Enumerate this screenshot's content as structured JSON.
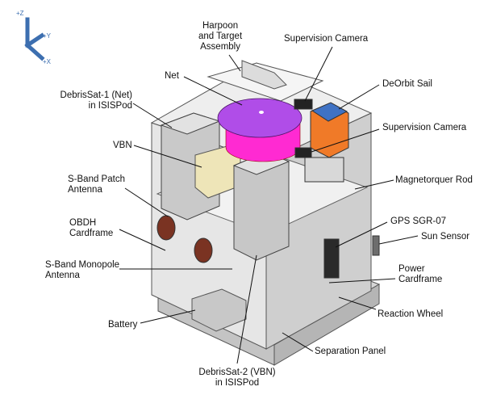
{
  "axes": {
    "z": "+Z",
    "y": "+Y",
    "x": "+X",
    "color": "#3d6fb0"
  },
  "colors": {
    "net": "#b04de8",
    "net_canister": "#ff2ad2",
    "sail": "#3f72c4",
    "camera_bracket": "#f07a28",
    "vbn": "#eee5b8",
    "line": "#111111"
  },
  "labels": {
    "harpoon": [
      "Harpoon",
      "and Target",
      "Assembly"
    ],
    "supervision_camera_top": "Supervision Camera",
    "net": "Net",
    "deorbit_sail": "DeOrbit Sail",
    "debrissat1": [
      "DebrisSat-1 (Net)",
      "in ISISPod"
    ],
    "supervision_camera_mid": "Supervision Camera",
    "vbn": "VBN",
    "magnetorquer": "Magnetorquer Rod",
    "sband_patch": [
      "S-Band Patch",
      "Antenna"
    ],
    "gps": "GPS SGR-07",
    "obdh": [
      "OBDH",
      "Cardframe"
    ],
    "sun_sensor": "Sun Sensor",
    "sband_monopole": [
      "S-Band Monopole",
      "Antenna"
    ],
    "power": [
      "Power",
      "Cardframe"
    ],
    "reaction_wheel": "Reaction Wheel",
    "battery": "Battery",
    "separation_panel": "Separation Panel",
    "debrissat2": [
      "DebrisSat-2 (VBN)",
      "in ISISPod"
    ]
  }
}
